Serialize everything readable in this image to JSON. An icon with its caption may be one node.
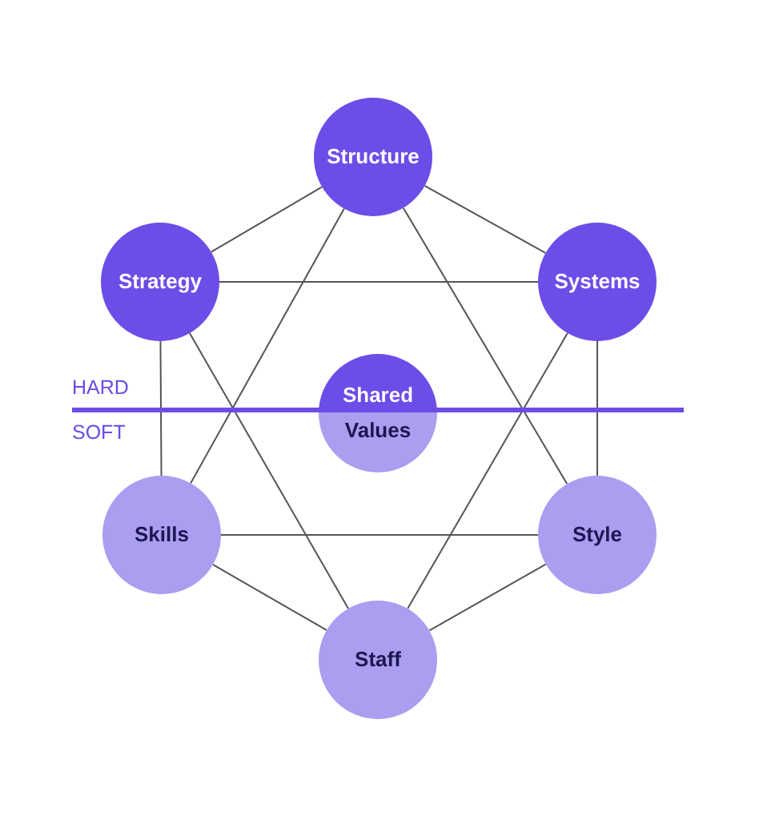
{
  "diagram": {
    "nodes": [
      {
        "text": [
          "Structure"
        ]
      },
      {
        "text": [
          "Strategy"
        ]
      },
      {
        "text": [
          "Systems"
        ]
      },
      {
        "text": [
          "Shared Values"
        ]
      },
      {
        "text": [
          "Skills"
        ]
      },
      {
        "text": [
          "Style"
        ]
      },
      {
        "text": [
          "Staff"
        ]
      }
    ],
    "edges": [
      {
        "from": 0,
        "to": 1,
        "arrow": "none"
      },
      {
        "from": 0,
        "to": 2,
        "arrow": "none"
      },
      {
        "from": 1,
        "to": 2,
        "arrow": "none"
      },
      {
        "from": 0,
        "to": 4,
        "arrow": "none"
      },
      {
        "from": 0,
        "to": 5,
        "arrow": "none"
      },
      {
        "from": 1,
        "to": 4,
        "arrow": "none"
      },
      {
        "from": 1,
        "to": 6,
        "arrow": "none"
      },
      {
        "from": 2,
        "to": 5,
        "arrow": "none"
      },
      {
        "from": 2,
        "to": 6,
        "arrow": "none"
      },
      {
        "from": 4,
        "to": 5,
        "arrow": "none"
      },
      {
        "from": 4,
        "to": 6,
        "arrow": "none"
      },
      {
        "from": 5,
        "to": 6,
        "arrow": "none"
      }
    ],
    "labels": [
      "HARD",
      "SOFT"
    ]
  }
}
